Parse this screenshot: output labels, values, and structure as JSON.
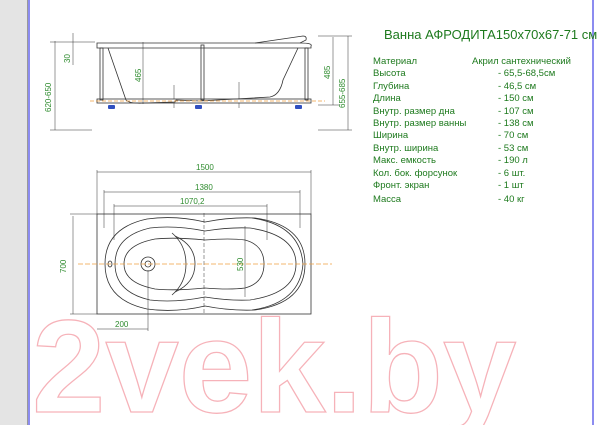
{
  "title": "Ванна   АФРОДИТА150х70х67-71 см",
  "specs": [
    {
      "label": "Материал",
      "value": "Акрил сантехнический"
    },
    {
      "label": "Высота",
      "value": "- 65,5-68,5см"
    },
    {
      "label": "Глубина",
      "value": "- 46,5 см"
    },
    {
      "label": "Длина",
      "value": "- 150 см"
    },
    {
      "label": "Внутр. размер дна",
      "value": "- 107 см"
    },
    {
      "label": "Внутр. размер ванны",
      "value": "- 138 см"
    },
    {
      "label": "Ширина",
      "value": "- 70 см"
    },
    {
      "label": "Внутр. ширина",
      "value": "- 53 см"
    },
    {
      "label": "Макс. емкость",
      "value": "- 190 л"
    },
    {
      "label": "Кол. бок. форсунок",
      "value": "- 6 шт."
    },
    {
      "label": "Фронт. экран",
      "value": "- 1 шт"
    },
    {
      "label": "Масса",
      "value": "- 40 кг"
    }
  ],
  "side_view": {
    "dims": {
      "total_height": "620-650",
      "rim": "30",
      "depth": "465",
      "depth_right": "485",
      "height_right": "655-685"
    }
  },
  "top_view": {
    "dims": {
      "length": "1500",
      "inner_length": "1380",
      "bottom_length": "1070,2",
      "width": "700",
      "inner_width": "530",
      "drain_offset": "200"
    }
  },
  "watermark": "2vek.by",
  "colors": {
    "text": "#1e7a1e",
    "dimension": "#2e8b2e",
    "centerline": "#f0a040",
    "watermark": "#f4a0a8",
    "frame": "#8c8cf0",
    "legs": "#3050c0"
  }
}
